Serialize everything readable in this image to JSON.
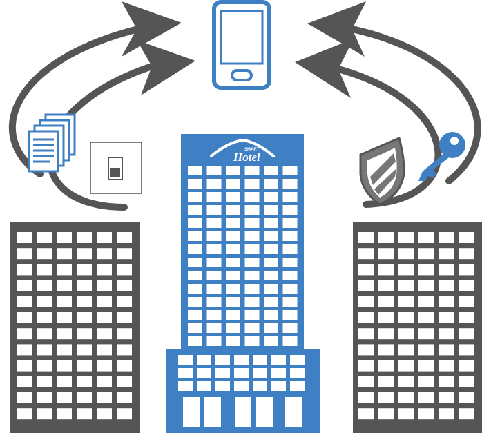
{
  "colors": {
    "gray": "#555555",
    "blue": "#3f7fc4",
    "white": "#ffffff",
    "shield": "#777777"
  },
  "hotel_sign": {
    "small": "SMART",
    "large": "Hotel"
  },
  "icons": [
    "smartphone-icon",
    "documents-icon",
    "light-switch-icon",
    "shield-icon",
    "key-icon"
  ],
  "buildings": {
    "left": {
      "cols": 6,
      "rows": 12
    },
    "center_tower": {
      "cols": 6,
      "rows": 14
    },
    "center_base": {
      "cols": 7,
      "rows": 3
    },
    "right": {
      "cols": 6,
      "rows": 12
    }
  }
}
